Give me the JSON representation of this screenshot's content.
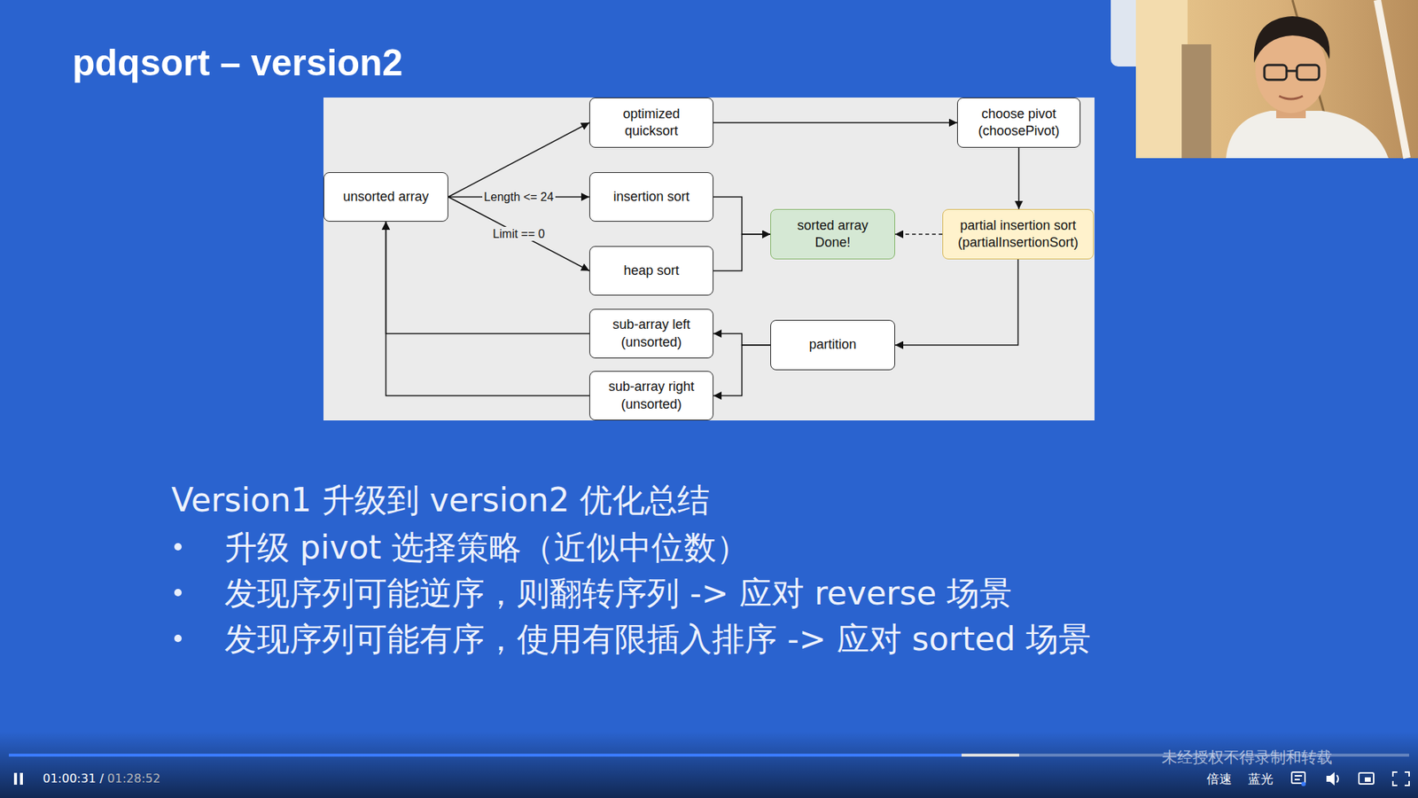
{
  "diagram": {
    "title": "pdqsort – version2",
    "nodes": [
      {
        "text": [
          "unsorted array"
        ]
      },
      {
        "text": [
          "optimized quicksort"
        ]
      },
      {
        "text": [
          "choose pivot (choosePivot)"
        ]
      },
      {
        "text": [
          "insertion sort"
        ]
      },
      {
        "text": [
          "sorted array Done!"
        ]
      },
      {
        "text": [
          "partial insertion sort (partialInsertionSort)"
        ]
      },
      {
        "text": [
          "heap sort"
        ]
      },
      {
        "text": [
          "partition"
        ]
      },
      {
        "text": [
          "sub-array left (unsorted)"
        ]
      },
      {
        "text": [
          "sub-array right (unsorted)"
        ]
      }
    ],
    "edges": [
      {
        "from": 0,
        "to": 1,
        "arrow": "to"
      },
      {
        "from": 0,
        "to": 3,
        "label": "Length <= 24",
        "arrow": "to"
      },
      {
        "from": 0,
        "to": 6,
        "label": "Limit == 0",
        "arrow": "to"
      },
      {
        "from": 1,
        "to": 2,
        "arrow": "to"
      },
      {
        "from": 2,
        "to": 5,
        "arrow": "to"
      },
      {
        "from": 5,
        "to": 4,
        "arrow": "to"
      },
      {
        "from": 5,
        "to": 7,
        "arrow": "to"
      },
      {
        "from": 3,
        "to": 4,
        "arrow": "to"
      },
      {
        "from": 6,
        "to": 4,
        "arrow": "to"
      },
      {
        "from": 7,
        "to": 8,
        "arrow": "to"
      },
      {
        "from": 7,
        "to": 9,
        "arrow": "to"
      },
      {
        "from": 8,
        "to": 0,
        "arrow": "to"
      },
      {
        "from": 9,
        "to": 0,
        "arrow": "to"
      }
    ],
    "labels": [
      "Version1 升级到 version2 优化总结",
      "升级 pivot 选择策略（近似中位数）",
      "发现序列可能逆序，则翻转序列 -> 应对 reverse 场景",
      "发现序列可能有序，使用有限插入排序 -> 应对 sorted 场景",
      "未经授权不得录制和转载",
      "01:00:31 /",
      "01:28:52",
      "倍速",
      "蓝光"
    ]
  }
}
